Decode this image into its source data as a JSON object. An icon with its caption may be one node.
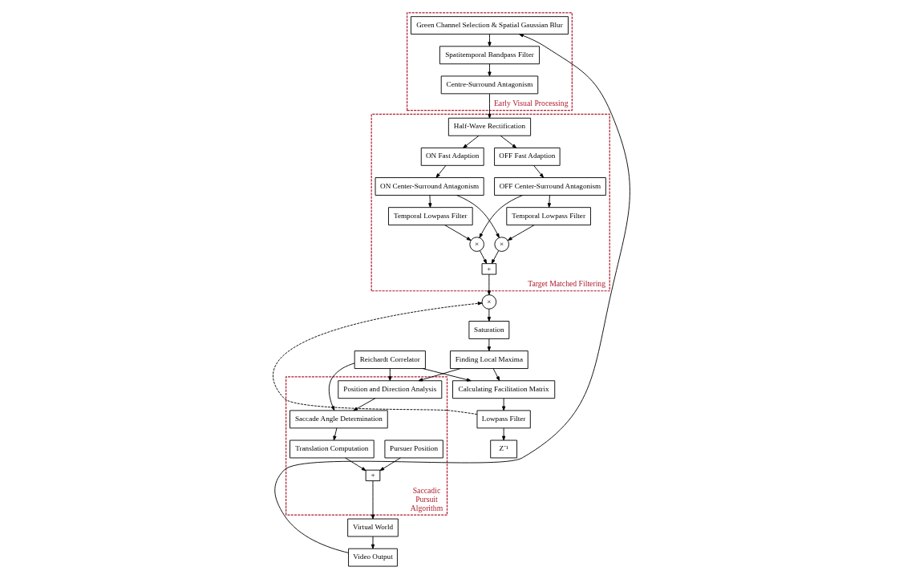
{
  "diagram": {
    "nodes": [
      {
        "text": [
          "Early Visual Processing"
        ]
      },
      {
        "text": [
          "Green Channel Selection & Spatial Gaussian Blur"
        ],
        "in": 0
      },
      {
        "text": [
          "Spatitemporal Bandpass Filter"
        ],
        "in": 0
      },
      {
        "text": [
          "Centre-Surround Antagonism"
        ],
        "in": 0
      },
      {
        "text": [
          "Target Matched Filtering"
        ]
      },
      {
        "text": [
          "Half-Wave Rectification"
        ],
        "in": 4
      },
      {
        "text": [
          "ON Fast Adaption"
        ],
        "in": 4
      },
      {
        "text": [
          "OFF Fast Adaption"
        ],
        "in": 4
      },
      {
        "text": [
          "ON Center-Surround Antagonism"
        ],
        "in": 4
      },
      {
        "text": [
          "OFF Center-Surround Antagonism"
        ],
        "in": 4
      },
      {
        "text": [
          "Temporal Lowpass Filter"
        ],
        "in": 4
      },
      {
        "text": [
          "Temporal Lowpass Filter"
        ],
        "in": 4
      },
      {
        "text": [
          "×"
        ],
        "in": 4
      },
      {
        "text": [
          "×"
        ],
        "in": 4
      },
      {
        "text": [
          "+"
        ],
        "in": 4
      },
      {
        "text": [
          "Video Output"
        ]
      },
      {
        "text": [
          "Virtual World"
        ]
      },
      {
        "text": [
          "Saccadic Pursuit Algorithm"
        ]
      },
      {
        "text": [
          "+"
        ],
        "in": 17
      },
      {
        "text": [
          "Pursuer Position"
        ],
        "in": 17
      },
      {
        "text": [
          "Translation Computation"
        ],
        "in": 17
      },
      {
        "text": [
          "Saccade Angle Determination"
        ],
        "in": 17
      },
      {
        "text": [
          "Position and Direction Analysis"
        ],
        "in": 17
      },
      {
        "text": [
          "Reichardt Correlator"
        ]
      },
      {
        "text": [
          "Z⁻¹"
        ]
      },
      {
        "text": [
          "Lowpass Filter"
        ]
      },
      {
        "text": [
          "Calculating Facilitation Matrix"
        ]
      },
      {
        "text": [
          "Finding Local Maxima"
        ]
      },
      {
        "text": [
          "Saturation"
        ]
      },
      {
        "text": [
          "×"
        ]
      }
    ],
    "edges": [
      {
        "from": 1,
        "to": 2,
        "arrow": "to"
      },
      {
        "from": 2,
        "to": 3,
        "arrow": "to"
      },
      {
        "from": 3,
        "to": 5,
        "arrow": "to"
      },
      {
        "from": 5,
        "to": 6,
        "arrow": "to"
      },
      {
        "from": 5,
        "to": 7,
        "arrow": "to"
      },
      {
        "from": 6,
        "to": 8,
        "arrow": "to"
      },
      {
        "from": 7,
        "to": 9,
        "arrow": "to"
      },
      {
        "from": 8,
        "to": 10,
        "arrow": "to"
      },
      {
        "from": 9,
        "to": 11,
        "arrow": "to"
      },
      {
        "from": 10,
        "to": 12,
        "arrow": "to"
      },
      {
        "from": 8,
        "to": 13,
        "arrow": "to"
      },
      {
        "from": 11,
        "to": 13,
        "arrow": "to"
      },
      {
        "from": 9,
        "to": 12,
        "arrow": "to"
      },
      {
        "from": 12,
        "to": 14,
        "arrow": "to"
      },
      {
        "from": 13,
        "to": 14,
        "arrow": "to"
      },
      {
        "from": 14,
        "to": 29,
        "arrow": "to"
      },
      {
        "from": 29,
        "to": 28,
        "arrow": "to"
      },
      {
        "from": 28,
        "to": 27,
        "arrow": "to"
      },
      {
        "from": 27,
        "to": 26,
        "arrow": "to"
      },
      {
        "from": 27,
        "to": 22,
        "arrow": "to"
      },
      {
        "from": 23,
        "to": 26,
        "arrow": "to"
      },
      {
        "from": 23,
        "to": 22,
        "arrow": "to"
      },
      {
        "from": 23,
        "to": 21,
        "arrow": "to"
      },
      {
        "from": 22,
        "to": 21,
        "arrow": "to"
      },
      {
        "from": 21,
        "to": 20,
        "arrow": "to"
      },
      {
        "from": 20,
        "to": 18,
        "arrow": "to"
      },
      {
        "from": 19,
        "to": 18,
        "arrow": "to"
      },
      {
        "from": 18,
        "to": 16,
        "arrow": "to"
      },
      {
        "from": 16,
        "to": 15,
        "arrow": "to"
      },
      {
        "from": 15,
        "to": 1,
        "arrow": "to"
      },
      {
        "from": 26,
        "to": 25,
        "arrow": "to"
      },
      {
        "from": 25,
        "to": 24,
        "arrow": "to"
      },
      {
        "from": 25,
        "to": 29,
        "arrow": "to",
        "style": "dashed"
      }
    ]
  }
}
